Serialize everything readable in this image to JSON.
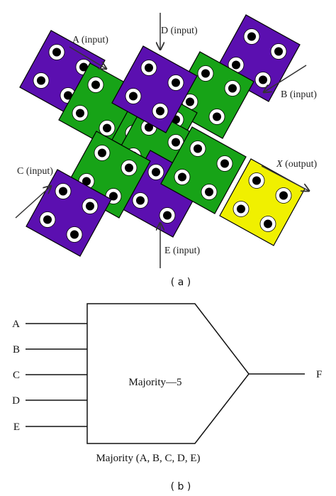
{
  "colors": {
    "purple": "#5b0fb0",
    "green": "#17a317",
    "yellow": "#f0f000",
    "cell_stroke": "#000000"
  },
  "panel_a": {
    "caption": "( a )",
    "labels": {
      "a_input": "A (input)",
      "d_input": "D (input)",
      "b_input": "B (input)",
      "c_input": "C (input)",
      "x_prefix": "X",
      "x_suffix": " (output)",
      "e_input": "E (input)"
    }
  },
  "panel_b": {
    "caption": "( b )",
    "inputs": [
      "A",
      "B",
      "C",
      "D",
      "E"
    ],
    "gate_label": "Majority—5",
    "output": "F",
    "expression": "Majority (A, B, C, D, E)"
  }
}
